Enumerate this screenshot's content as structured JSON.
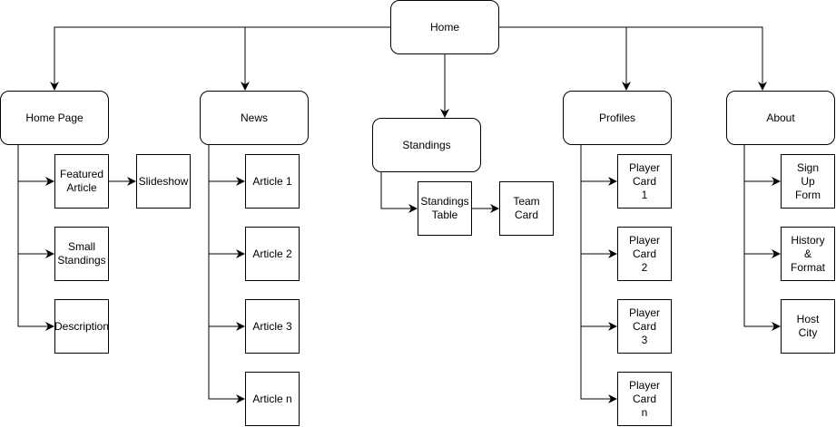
{
  "nodes": {
    "home": "Home",
    "home_page": "Home Page",
    "news": "News",
    "standings": "Standings",
    "profiles": "Profiles",
    "about": "About",
    "featured_article": "Featured\nArticle",
    "slideshow": "Slideshow",
    "small_standings": "Small\nStandings",
    "description": "Description",
    "article_1": "Article 1",
    "article_2": "Article 2",
    "article_3": "Article 3",
    "article_n": "Article n",
    "standings_table": "Standings\nTable",
    "team_card": "Team\nCard",
    "player_card_1": "Player\nCard\n1",
    "player_card_2": "Player\nCard\n2",
    "player_card_3": "Player\nCard\n3",
    "player_card_n": "Player\nCard\nn",
    "sign_up_form": "Sign\nUp\nForm",
    "history_format": "History\n&\nFormat",
    "host_city": "Host\nCity"
  }
}
